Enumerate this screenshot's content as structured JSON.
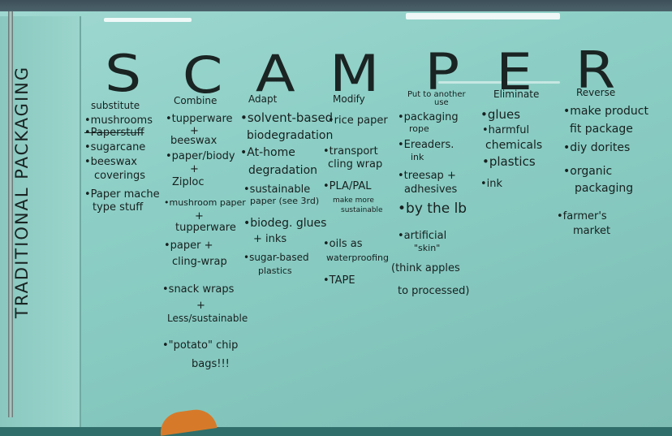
{
  "vertical_label": "TRADITIONAL PACKAGING",
  "letters": [
    "S",
    "C",
    "A",
    "M",
    "P",
    "E",
    "R"
  ],
  "columns": {
    "substitute": {
      "heading": "substitute",
      "items": [
        "•mushrooms",
        "•Paperstuff",
        "•sugarcane",
        "•beeswax",
        "coverings",
        "•Paper mache",
        "type stuff"
      ]
    },
    "combine": {
      "heading": "Combine",
      "items": [
        "•tupperware",
        "+",
        "beeswax",
        "•paper/biody",
        "+",
        "Ziploc",
        "•mushroom paper",
        "+",
        "tupperware",
        "•paper +",
        "cling-wrap",
        "•snack wraps",
        "+",
        "Less/sustainable",
        "•\"potato\" chip",
        "bags!!!"
      ]
    },
    "adapt": {
      "heading": "Adapt",
      "items": [
        "•solvent-based",
        "biodegradation",
        "•At-home",
        "degradation",
        "•sustainable",
        "paper (see 3rd)",
        "•biodeg. glues",
        "+ inks",
        "•sugar-based",
        "plastics"
      ]
    },
    "modify": {
      "heading": "Modify",
      "items": [
        "•rice paper",
        "•transport",
        "cling wrap",
        "•PLA/PAL",
        "make more",
        "sustainable",
        "•oils as",
        "waterproofing",
        "•TAPE"
      ]
    },
    "put_to_another_use": {
      "heading_line1": "Put to another",
      "heading_line2": "use",
      "items": [
        "•packaging",
        "rope",
        "•Ereaders.",
        "ink",
        "•treesap +",
        "adhesives",
        "•by the lb",
        "•artificial",
        "\"skin\"",
        "(think apples",
        "to processed)"
      ]
    },
    "eliminate": {
      "heading": "Eliminate",
      "items": [
        "•glues",
        "•harmful",
        "chemicals",
        "•plastics",
        "•ink"
      ]
    },
    "reverse": {
      "heading": "Reverse",
      "items": [
        "•make product",
        "fit package",
        "•diy dorites",
        "•organic",
        "packaging",
        "•farmer's",
        "market"
      ]
    }
  }
}
